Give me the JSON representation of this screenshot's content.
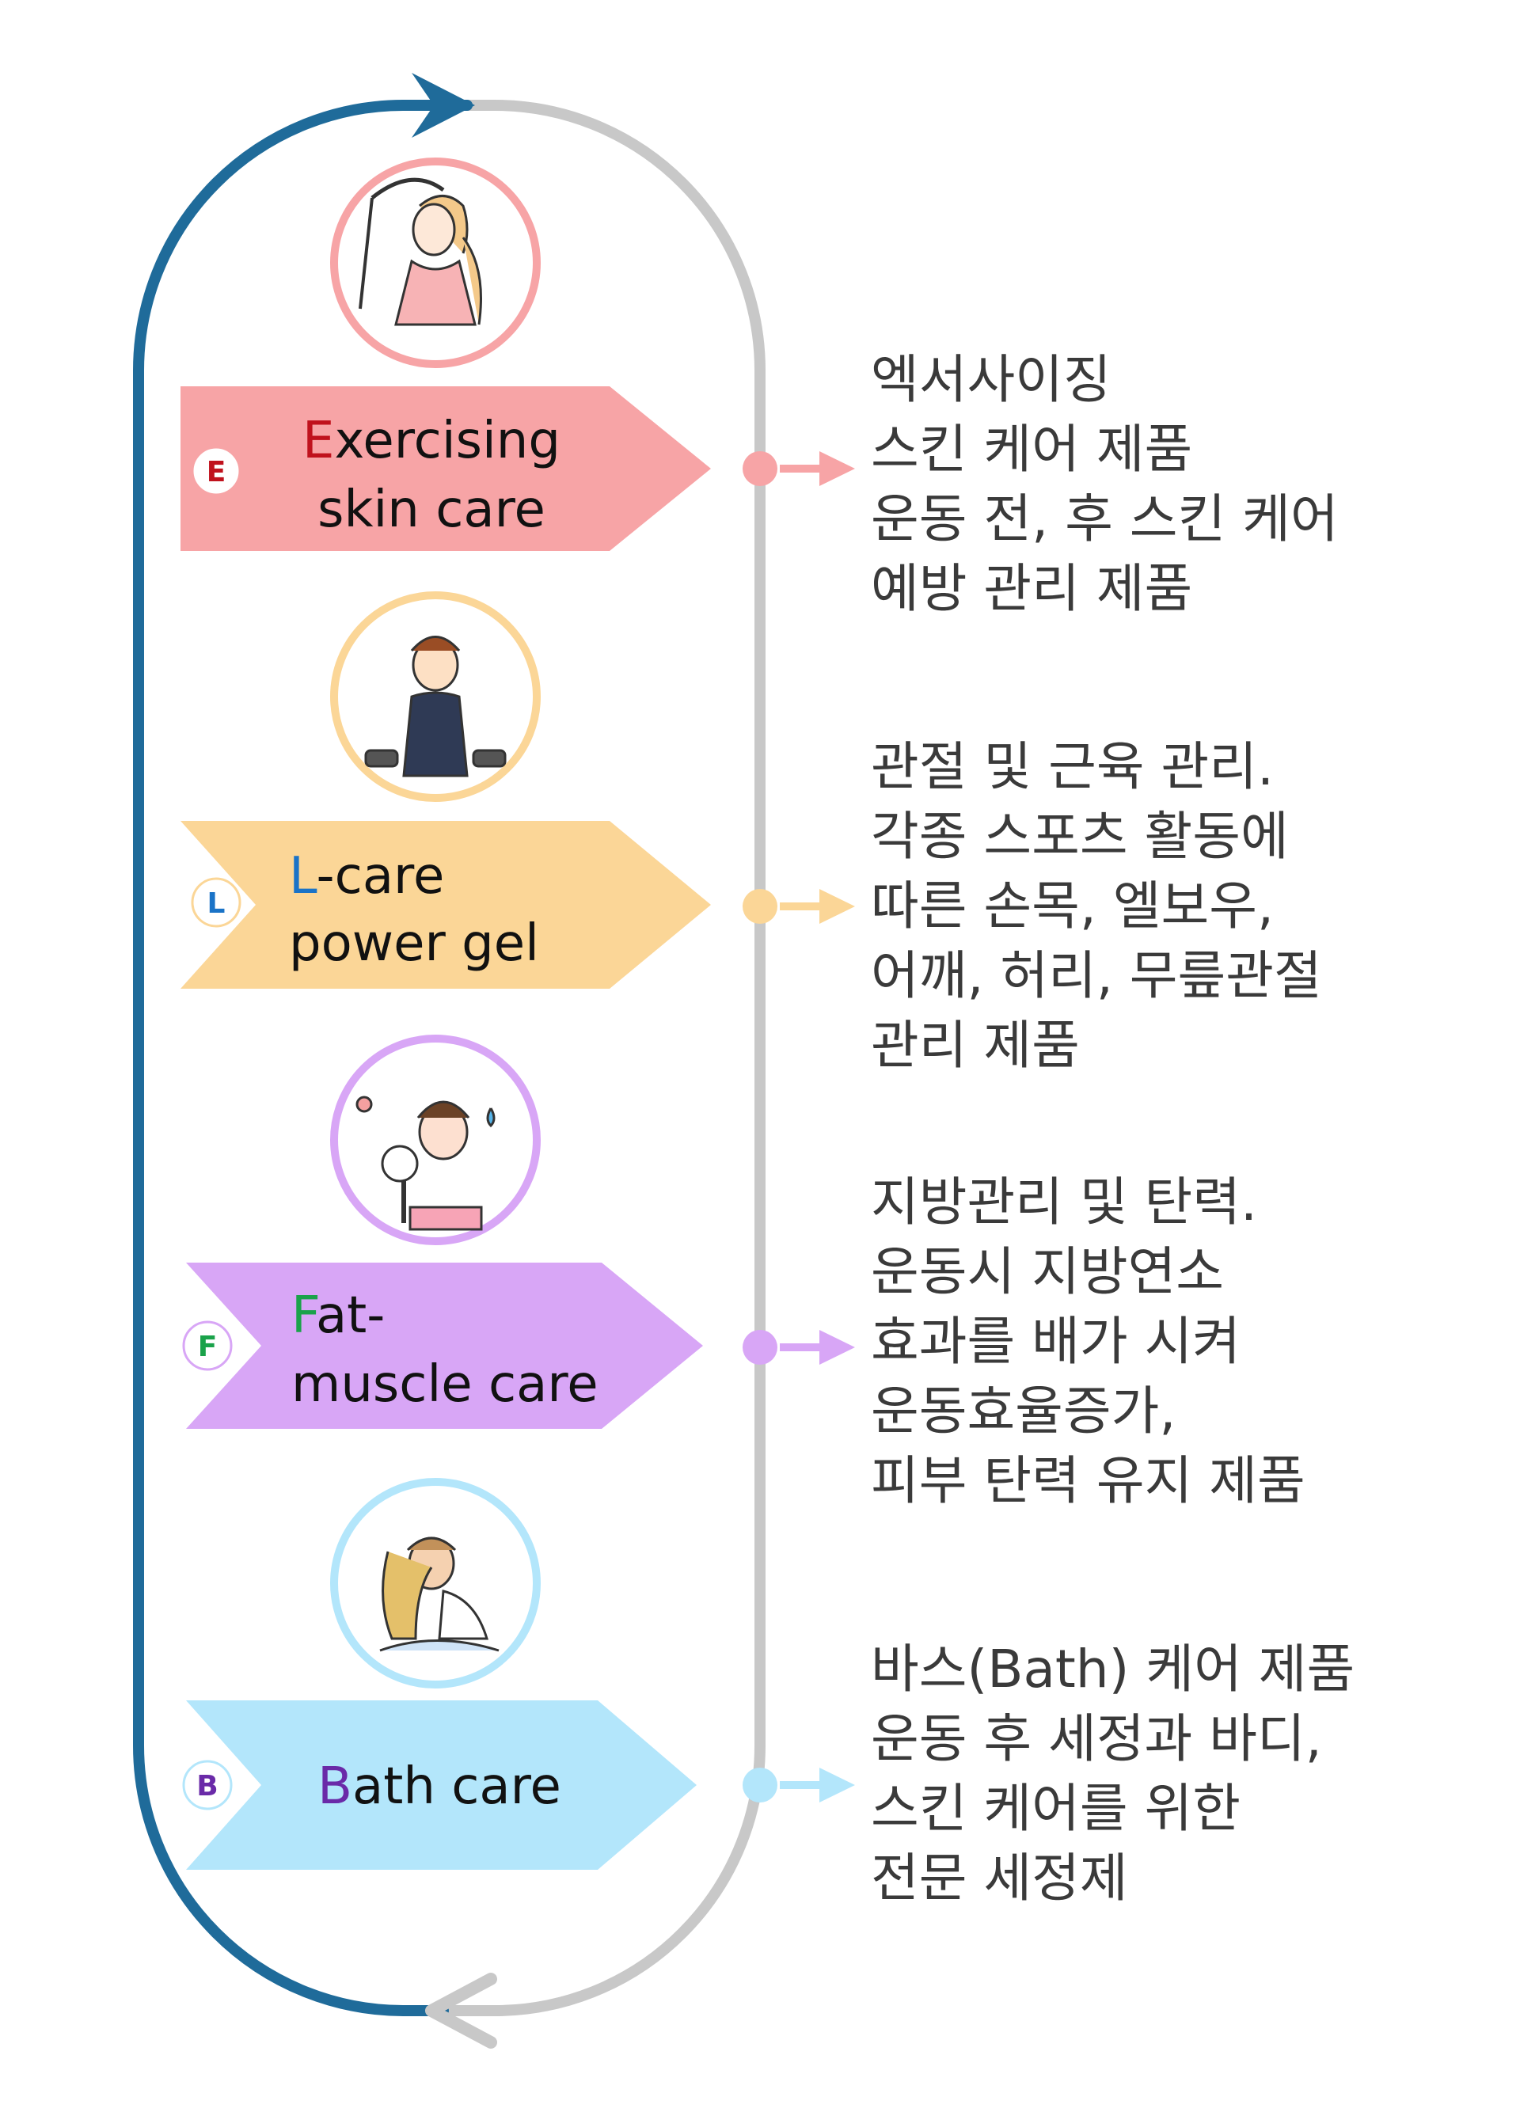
{
  "colors": {
    "loop_blue": "#1f6b9a",
    "loop_gray": "#c8c8c8"
  },
  "steps": [
    {
      "key": "E",
      "icon": "woman-wiping-sweat-illustration",
      "letter": "E",
      "letter_color": "#c0121d",
      "title_rest_line1": "xercising",
      "title_line2": "skin care",
      "color": "#f7a4a6",
      "circle_color": "#f7a4a6",
      "badge": "E",
      "desc": [
        "엑서사이징",
        "스킨 케어 제품",
        "운동 전, 후 스킨 케어",
        "예방 관리 제품"
      ]
    },
    {
      "key": "L",
      "icon": "man-with-dumbbells-illustration",
      "letter": "L",
      "letter_color": "#1a73c7",
      "title_rest_line1": "-care",
      "title_line2": "power gel",
      "color": "#fbd697",
      "circle_color": "#fbd697",
      "badge": "L",
      "desc": [
        "관절 및 근육 관리.",
        "각종 스포츠 활동에",
        "따른 손목, 엘보우,",
        "어깨, 허리, 무릎관절",
        "관리 제품"
      ]
    },
    {
      "key": "F",
      "icon": "woman-with-magnifier-illustration",
      "letter": "F",
      "letter_color": "#1aa24a",
      "title_rest_line1": "at-",
      "title_line2": "muscle care",
      "color": "#d8a6f6",
      "circle_color": "#d8a6f6",
      "badge": "F",
      "desc": [
        "지방관리 및 탄력.",
        "운동시 지방연소",
        "효과를 배가 시켜",
        "운동효율증가,",
        "피부 탄력 유지 제품"
      ]
    },
    {
      "key": "B",
      "icon": "man-with-towel-illustration",
      "letter": "B",
      "letter_color": "#6a2aa8",
      "title_rest_line1": "ath care",
      "title_line2": "",
      "color": "#b3e6fb",
      "circle_color": "#b3e6fb",
      "badge": "B",
      "desc": [
        "바스(Bath) 케어 제품",
        "운동 후 세정과 바디,",
        "스킨 케어를 위한",
        "전문 세정제"
      ]
    }
  ]
}
